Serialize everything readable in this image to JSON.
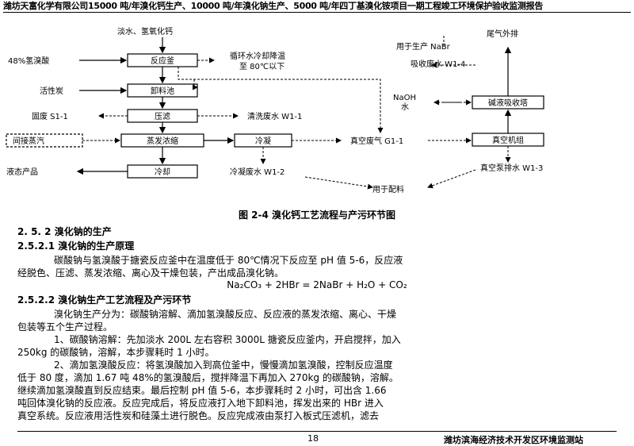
{
  "header": {
    "title": "潍坊天富化学有限公司15000 吨/年溴化钙生产、10000 吨/年溴化钠生产、5000 吨/年四丁基溴化铵项目一期工程竣工环境保护验收监测报告"
  },
  "flow": {
    "inputs": {
      "water_hbr": "淡水、氢氧化钙",
      "hbr48": "48%氢溴酸",
      "carbon": "活性炭",
      "steam": "间接蒸汽",
      "naoh": "NaOH\n水"
    },
    "boxes": {
      "reactor": "反应釜",
      "discharge": "卸料池",
      "filter": "压滤",
      "evap": "蒸发浓缩",
      "condense": "冷凝",
      "cool": "冷却",
      "scrubber": "碱液吸收塔",
      "vacuum": "真空机组"
    },
    "labels": {
      "cooling_water": "循环水冷却降温\n至 80℃以下",
      "solid_waste": "固废 S1-1",
      "wash_water": "清洗废水 W1-1",
      "liquid_product": "液态产品",
      "condensate": "冷凝废水 W1-2",
      "vacuum_gas": "真空废气 G1-1",
      "pump_water": "真空泵排水 W1-3",
      "for_mix": "用于配料",
      "exhaust": "尾气外排",
      "for_nabr": "用于生产 NaBr",
      "absorb_water": "吸收废水 W1-4"
    }
  },
  "caption": "图 2-4   溴化钙工艺流程与产污环节图",
  "sections": {
    "s252": "2. 5. 2    溴化钠的生产",
    "s2521": "2.5.2.1    溴化钠的生产原理",
    "p1": "碳酸钠与氢溴酸于搪瓷反应釜中在温度低于 80℃情况下反应至 pH 值 5-6，反应液",
    "p1b": "经脱色、压滤、蒸发浓缩、离心及干燥包装，产出成品溴化钠。",
    "equation": "Na₂CO₃ + 2HBr = 2NaBr + H₂O + CO₂",
    "s2522": "2.5.2.2    溴化钠生产工艺流程及产污环节",
    "p2": "溴化钠生产分为：碳酸钠溶解、滴加氢溴酸反应、反应液的蒸发浓缩、离心、干燥",
    "p2b": "包装等五个生产过程。",
    "p3": "1、碳酸钠溶解：先加淡水 200L 左右容积 3000L 搪瓷反应釜内，开启搅拌，加入",
    "p3b": "250kg 的碳酸钠，溶解，本步骤耗时 1 小时。",
    "p4": "2、滴加氢溴酸反应：将氢溴酸加入到高位釜中，慢慢滴加氢溴酸，控制反应温度",
    "p4b": "低于 80 度，滴加 1.67 吨 48%的氢溴酸后，搅拌降温下再加入 270kg 的碳酸钠，溶解。",
    "p4c": "继续滴加氢溴酸直到反应结束。最后控制 pH 值 5-6，本步骤耗时 2 小时，可出含 1.66",
    "p4d": "吨回体溴化钠的反应液。反应完成后，将反应液打入地下卸料池，挥发出来的 HBr 进入",
    "p4e": "真空系统。反应液用活性炭和硅藻土进行脱色。反应完成液由泵打入板式压滤机，滤去"
  },
  "footer": {
    "page": "18",
    "org": "潍坊滨海经济技术开发区环境监测站"
  }
}
